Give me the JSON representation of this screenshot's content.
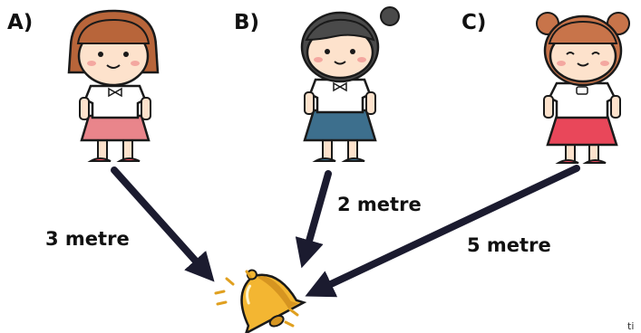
{
  "options": [
    {
      "label": "A)",
      "distance": "3 metre"
    },
    {
      "label": "B)",
      "distance": "2 metre"
    },
    {
      "label": "C)",
      "distance": "5 metre"
    }
  ],
  "corner_text": "ti",
  "colors": {
    "outline": "#1a1a1a",
    "hair_a": "#b8653a",
    "hair_b": "#4a4a4a",
    "hair_c": "#c8744a",
    "skin": "#fde2cc",
    "blush": "#f4a7a0",
    "skirt_a": "#e9858b",
    "skirt_b": "#3d6f8d",
    "skirt_c": "#e9475a",
    "shirt": "#ffffff",
    "bell": "#f3b632",
    "bell_shade": "#d69521",
    "arrow": "#1b1b2f"
  },
  "icons": [
    "girl-a-figure",
    "girl-b-figure",
    "girl-c-figure",
    "bell-icon",
    "arrow-a",
    "arrow-b",
    "arrow-c"
  ]
}
